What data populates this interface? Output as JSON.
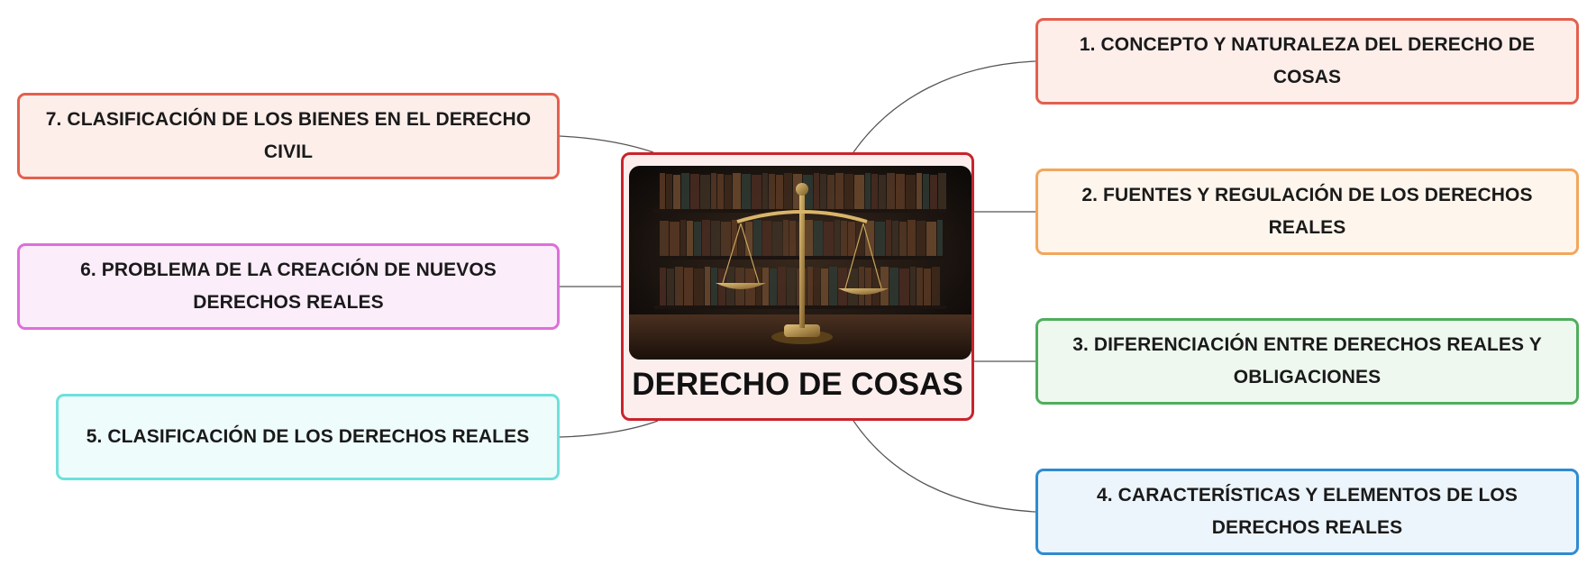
{
  "center": {
    "title": "DERECHO DE COSAS",
    "image_icon": "scales-of-justice-with-bookshelf"
  },
  "branches": [
    {
      "id": "n1",
      "text": "1. CONCEPTO Y NATURALEZA DEL DERECHO DE COSAS",
      "border": "#e3604f",
      "bg": "#fdeeea"
    },
    {
      "id": "n2",
      "text": "2. FUENTES Y REGULACIÓN DE LOS DERECHOS REALES",
      "border": "#f2a65c",
      "bg": "#fef5ec"
    },
    {
      "id": "n3",
      "text": "3. DIFERENCIACIÓN ENTRE DERECHOS REALES Y OBLIGACIONES",
      "border": "#4fae5c",
      "bg": "#eef8ef"
    },
    {
      "id": "n4",
      "text": "4. CARACTERÍSTICAS Y ELEMENTOS DE LOS DERECHOS REALES",
      "border": "#2f8bd1",
      "bg": "#edf5fc"
    },
    {
      "id": "n5",
      "text": "5. CLASIFICACIÓN DE LOS DERECHOS REALES",
      "border": "#6ee0dc",
      "bg": "#eefcfb"
    },
    {
      "id": "n6",
      "text": "6. PROBLEMA DE LA CREACIÓN DE NUEVOS DERECHOS REALES",
      "border": "#dd6fd9",
      "bg": "#fcedfb"
    },
    {
      "id": "n7",
      "text": "7. CLASIFICACIÓN DE LOS BIENES EN EL DERECHO CIVIL",
      "border": "#e3604f",
      "bg": "#fdeeea"
    }
  ]
}
